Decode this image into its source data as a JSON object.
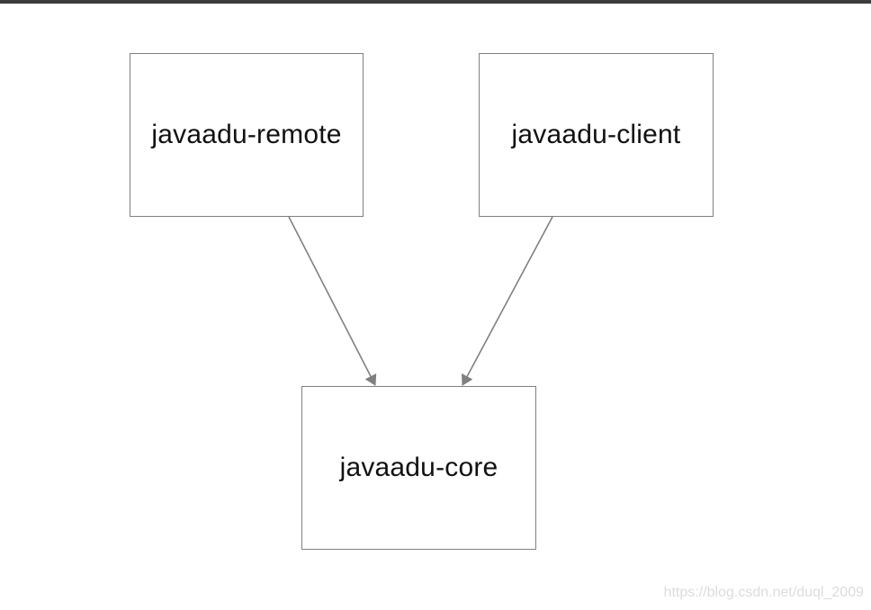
{
  "diagram": {
    "nodes": {
      "remote": {
        "label": "javaadu-remote"
      },
      "client": {
        "label": "javaadu-client"
      },
      "core": {
        "label": "javaadu-core"
      }
    },
    "edges": [
      {
        "from": "javaadu-remote",
        "to": "javaadu-core"
      },
      {
        "from": "javaadu-client",
        "to": "javaadu-core"
      }
    ],
    "colors": {
      "border": "#808080",
      "edge": "#808080",
      "text": "#111111"
    }
  },
  "watermark": {
    "text": "https://blog.csdn.net/duql_2009"
  }
}
